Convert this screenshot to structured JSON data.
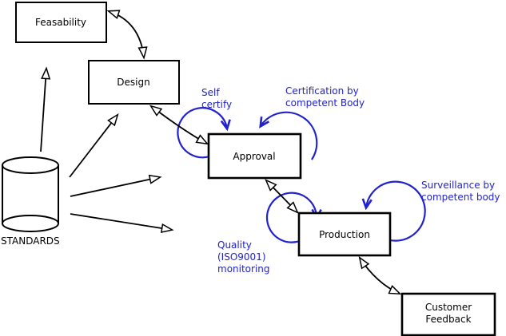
{
  "nodes": {
    "feasability": "Feasability",
    "design": "Design",
    "approval": "Approval",
    "production": "Production",
    "customer_feedback_line1": "Customer",
    "customer_feedback_line2": "Feedback",
    "standards": "STANDARDS"
  },
  "annotations": {
    "self_certify_line1": "Self",
    "self_certify_line2": "certify",
    "certification_line1": "Certification by",
    "certification_line2": "competent Body",
    "surveillance_line1": "Surveillance by",
    "surveillance_line2": "competent body",
    "quality_line1": "Quality",
    "quality_line2": "(ISO9001)",
    "quality_line3": "monitoring"
  },
  "colors": {
    "diagram_line": "#000000",
    "annotation_blue": "#2222cc",
    "background": "#ffffff"
  }
}
